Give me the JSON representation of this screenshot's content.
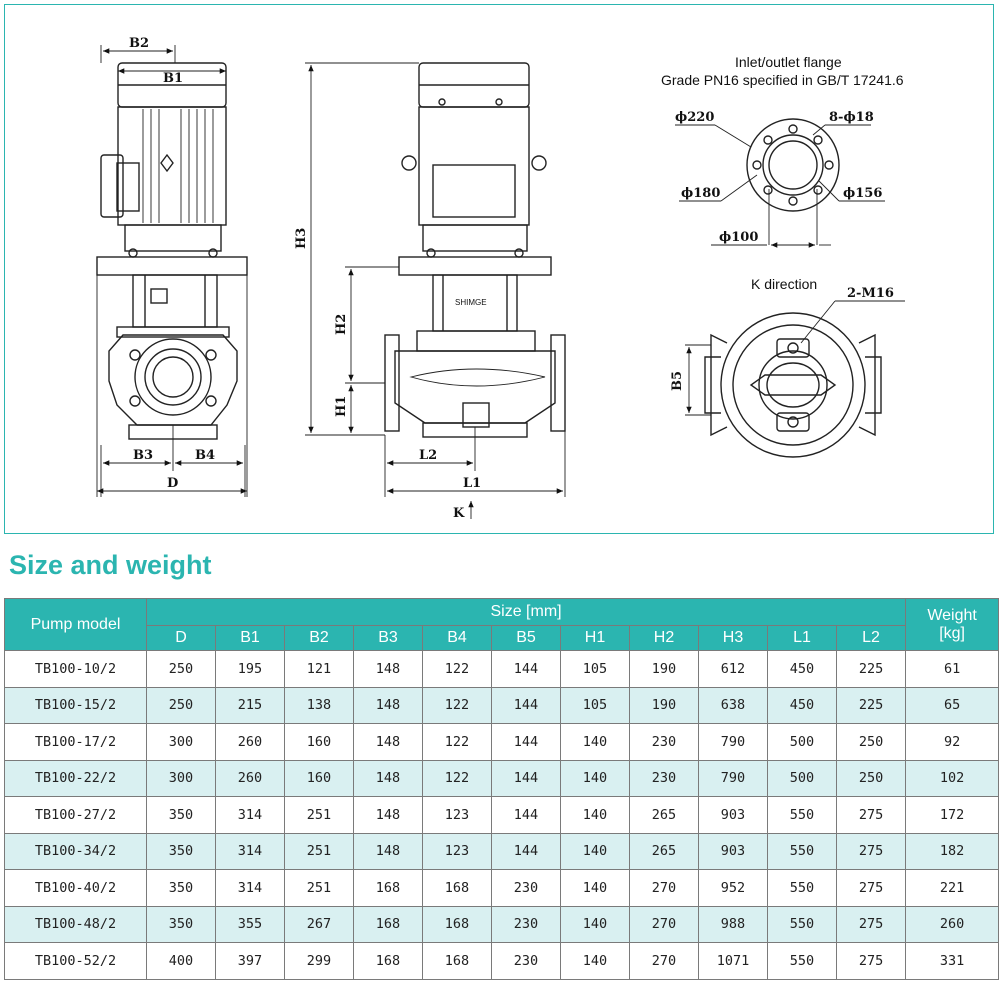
{
  "drawing": {
    "flange_title_line1": "Inlet/outlet flange",
    "flange_title_line2": "Grade PN16 specified in GB/T 17241.6",
    "k_direction": "K direction",
    "dims_front": [
      "B2",
      "B1",
      "B3",
      "B4",
      "D"
    ],
    "dims_side": [
      "H3",
      "H2",
      "H1",
      "L2",
      "L1",
      "K"
    ],
    "flange_dims": [
      "ϕ220",
      "8-ϕ18",
      "ϕ180",
      "ϕ156",
      "ϕ100"
    ],
    "k_dims": [
      "2-M16",
      "B5"
    ],
    "nameplate": "SHIMGE"
  },
  "section_title": "Size and weight",
  "table": {
    "model_header": "Pump model",
    "size_header": "Size [mm]",
    "weight_header_line1": "Weight",
    "weight_header_line2": "[kg]",
    "size_columns": [
      "D",
      "B1",
      "B2",
      "B3",
      "B4",
      "B5",
      "H1",
      "H2",
      "H3",
      "L1",
      "L2"
    ],
    "rows": [
      [
        "TB100-10/2",
        "250",
        "195",
        "121",
        "148",
        "122",
        "144",
        "105",
        "190",
        "612",
        "450",
        "225",
        "61"
      ],
      [
        "TB100-15/2",
        "250",
        "215",
        "138",
        "148",
        "122",
        "144",
        "105",
        "190",
        "638",
        "450",
        "225",
        "65"
      ],
      [
        "TB100-17/2",
        "300",
        "260",
        "160",
        "148",
        "122",
        "144",
        "140",
        "230",
        "790",
        "500",
        "250",
        "92"
      ],
      [
        "TB100-22/2",
        "300",
        "260",
        "160",
        "148",
        "122",
        "144",
        "140",
        "230",
        "790",
        "500",
        "250",
        "102"
      ],
      [
        "TB100-27/2",
        "350",
        "314",
        "251",
        "148",
        "123",
        "144",
        "140",
        "265",
        "903",
        "550",
        "275",
        "172"
      ],
      [
        "TB100-34/2",
        "350",
        "314",
        "251",
        "148",
        "123",
        "144",
        "140",
        "265",
        "903",
        "550",
        "275",
        "182"
      ],
      [
        "TB100-40/2",
        "350",
        "314",
        "251",
        "168",
        "168",
        "230",
        "140",
        "270",
        "952",
        "550",
        "275",
        "221"
      ],
      [
        "TB100-48/2",
        "350",
        "355",
        "267",
        "168",
        "168",
        "230",
        "140",
        "270",
        "988",
        "550",
        "275",
        "260"
      ],
      [
        "TB100-52/2",
        "400",
        "397",
        "299",
        "168",
        "168",
        "230",
        "140",
        "270",
        "1071",
        "550",
        "275",
        "331"
      ]
    ]
  }
}
